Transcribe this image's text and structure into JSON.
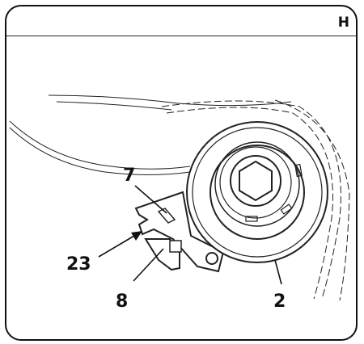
{
  "header": {
    "label": "H"
  },
  "callouts": {
    "c7": "7",
    "c23": "23",
    "c8": "8",
    "c2": "2"
  }
}
